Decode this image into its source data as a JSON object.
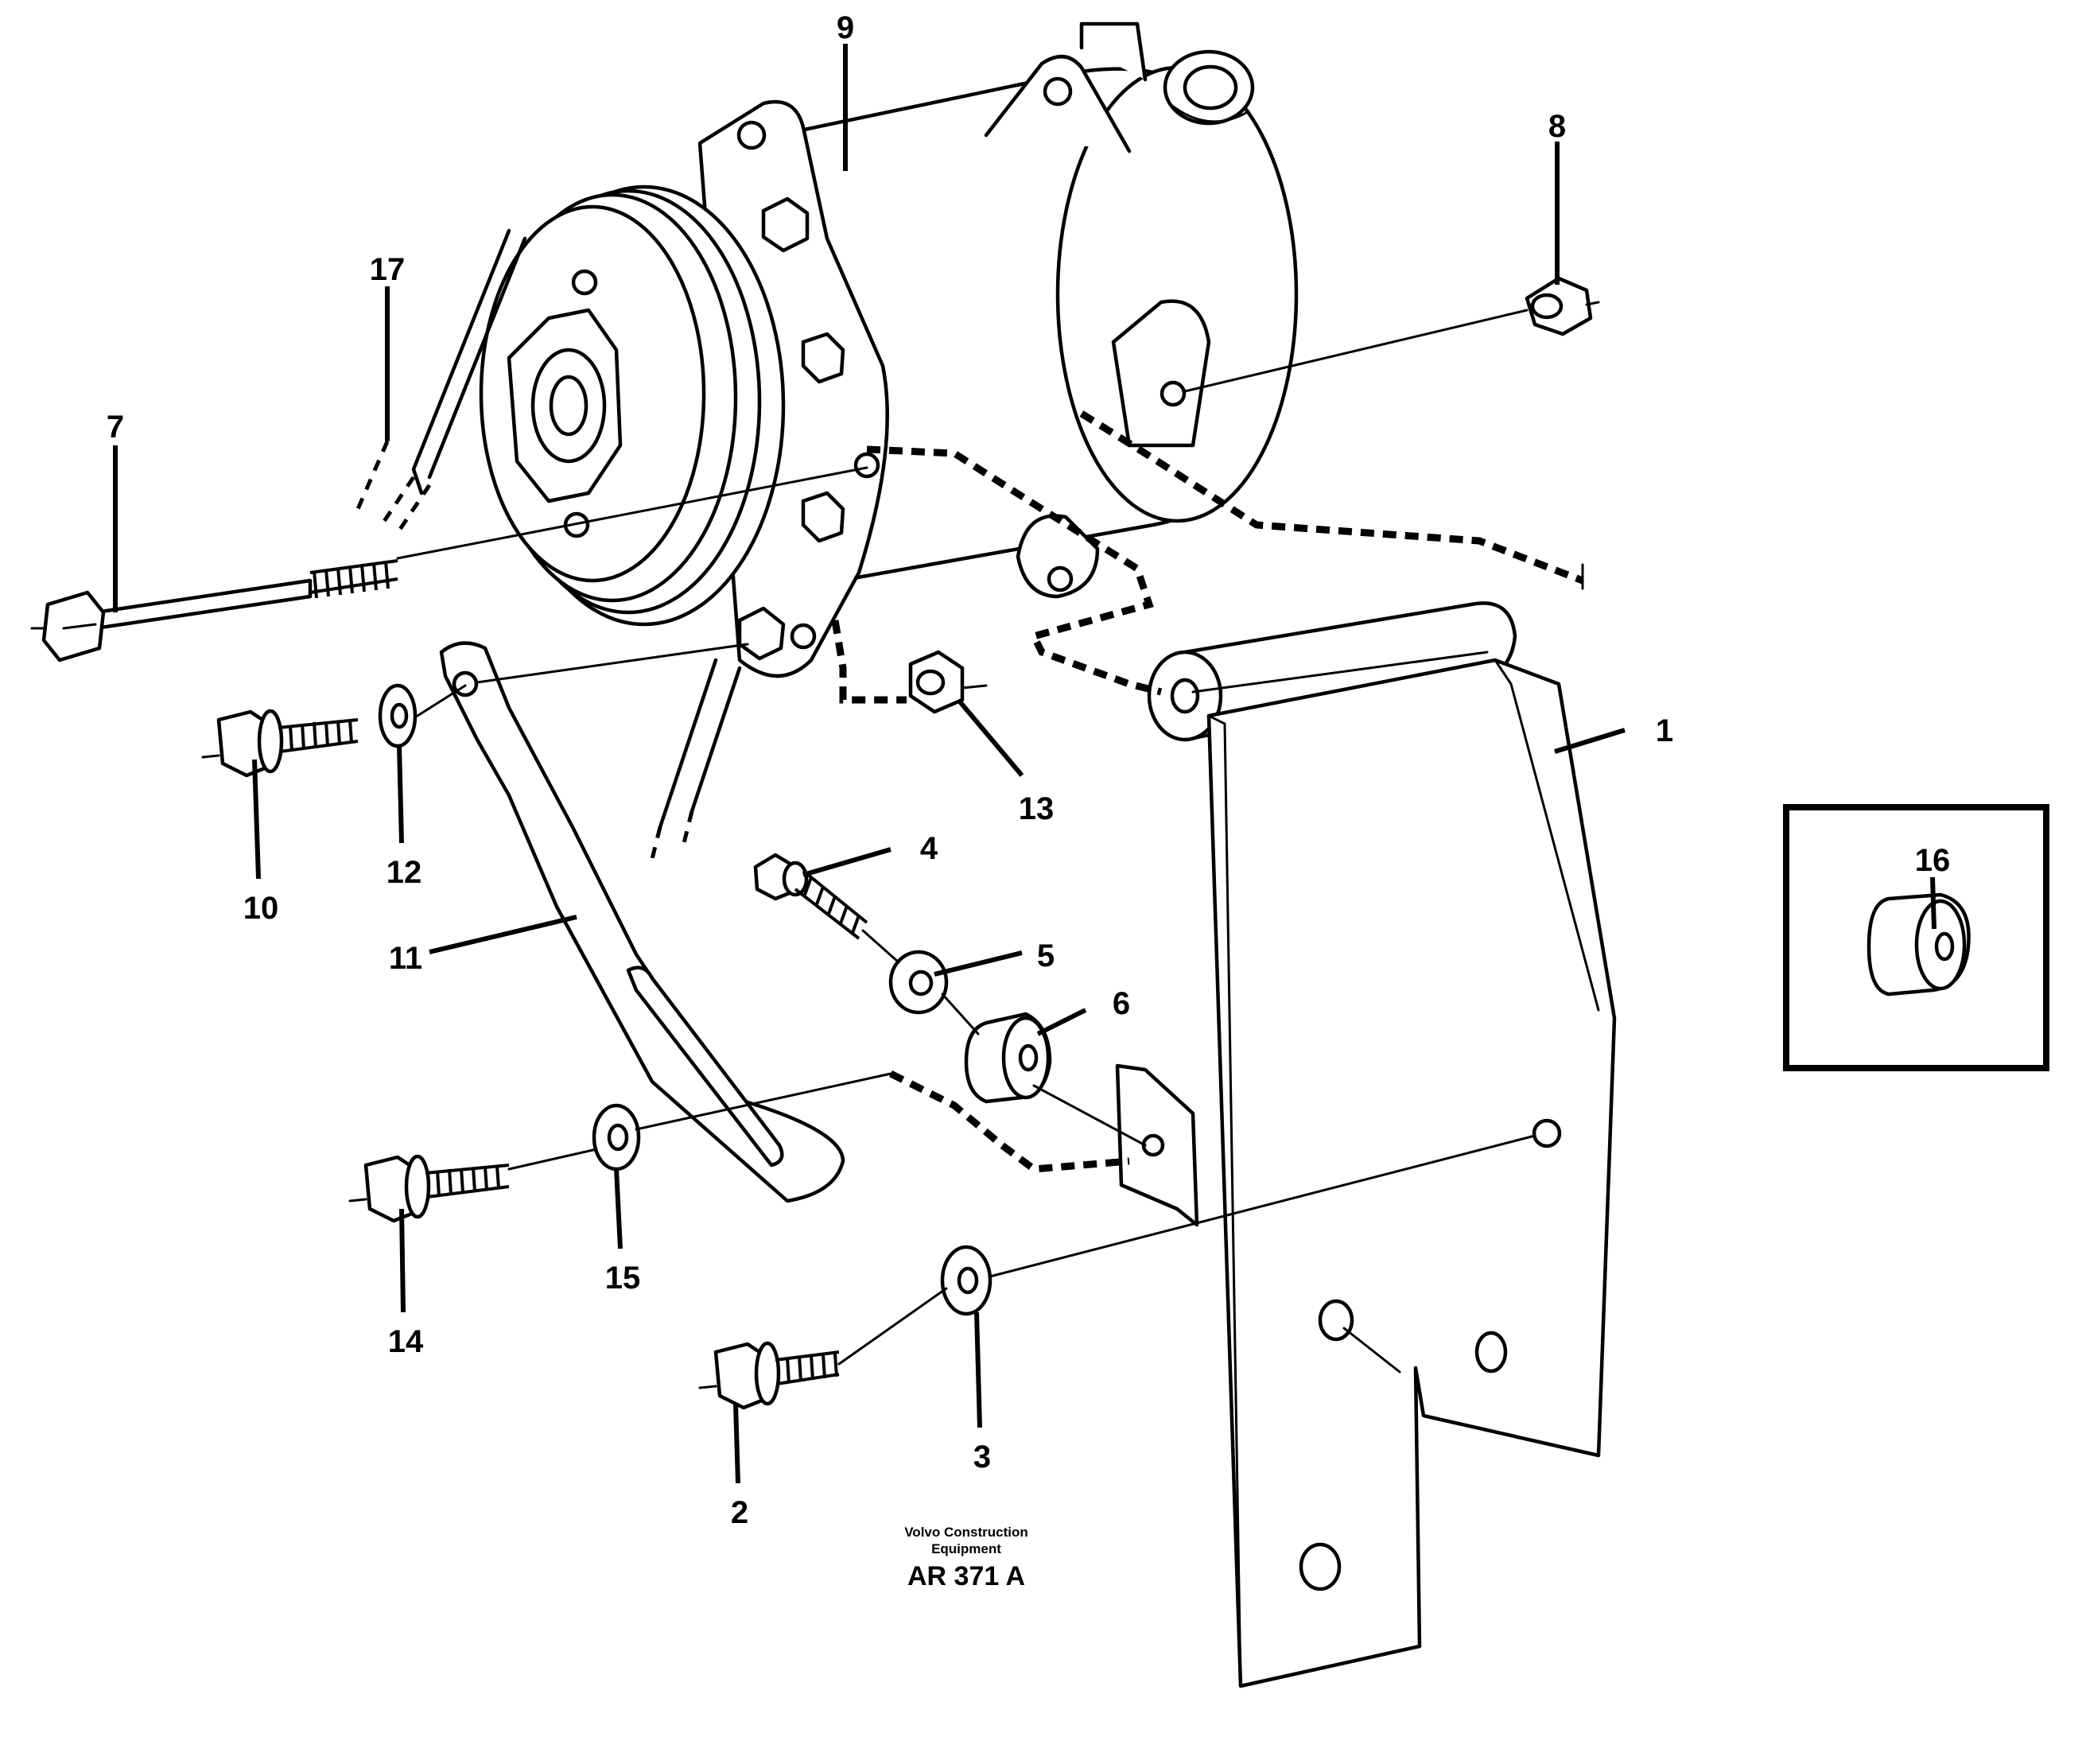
{
  "diagram": {
    "callouts": {
      "c1": "1",
      "c2": "2",
      "c3": "3",
      "c4": "4",
      "c5": "5",
      "c6": "6",
      "c7": "7",
      "c8": "8",
      "c9": "9",
      "c10": "10",
      "c11": "11",
      "c12": "12",
      "c13": "13",
      "c14": "14",
      "c15": "15",
      "c16": "16",
      "c17": "17"
    },
    "caption": {
      "line1": "Volvo Construction",
      "line2": "Equipment",
      "code": "AR 371 A"
    }
  }
}
